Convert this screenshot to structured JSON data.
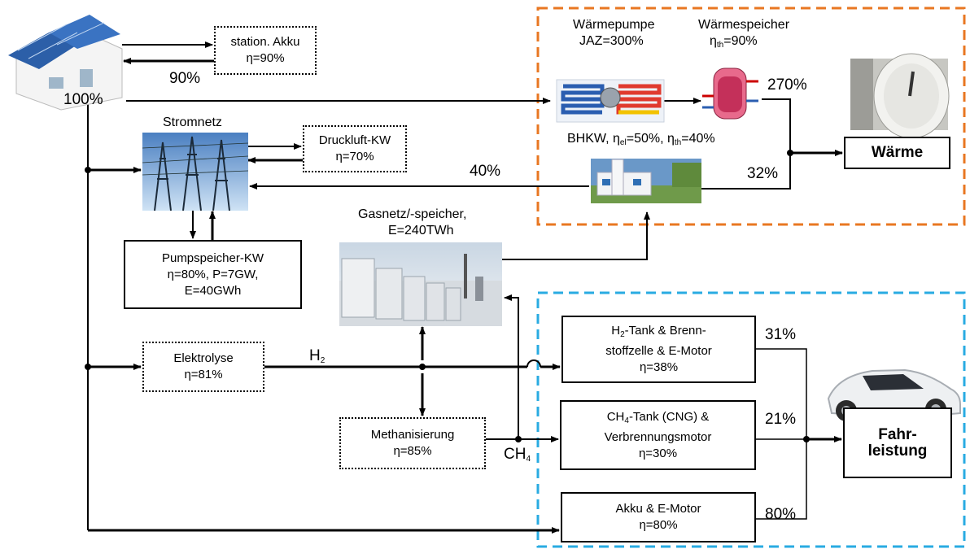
{
  "nodes": {
    "akku": {
      "name": "station. Akku",
      "eff": "η=90%"
    },
    "stromnetz": {
      "name": "Stromnetz"
    },
    "druckluft": {
      "name": "Druckluft-KW",
      "eff": "η=70%"
    },
    "pumpspeicher": {
      "name": "Pumpspeicher-KW",
      "line2": "η=80%, P=7GW,",
      "line3": "E=40GWh"
    },
    "gasnetz": {
      "name": "Gasnetz/-speicher,",
      "line2": "E=240TWh"
    },
    "elektrolyse": {
      "name": "Elektrolyse",
      "eff": "η=81%"
    },
    "methanisierung": {
      "name": "Methanisierung",
      "eff": "η=85%"
    },
    "waermepumpe": {
      "name": "Wärmepumpe",
      "jaz": "JAZ=300%"
    },
    "waermespeicher": {
      "name": "Wärmespeicher",
      "eff_prefix": "η",
      "eff_sub": "th",
      "eff_suffix": "=90%"
    },
    "bhkw": {
      "name": "BHKW, ",
      "eta1": "η",
      "sub1": "el",
      "val1": "=50%, ",
      "eta2": "η",
      "sub2": "th",
      "val2": "=40%"
    },
    "waerme": {
      "name": "Wärme"
    },
    "h2tank": {
      "pre": "H",
      "sub": "2",
      "rest": "-Tank & Brenn-",
      "line2": "stoffzelle & E-Motor",
      "eff": "η=38%"
    },
    "ch4tank": {
      "pre": "CH",
      "sub": "4",
      "rest": "-Tank (CNG) &",
      "line2": "Verbrennungsmotor",
      "eff": "η=30%"
    },
    "akkumotor": {
      "name": "Akku & E-Motor",
      "eff": "η=80%"
    },
    "fahrleistung": {
      "line1": "Fahr-",
      "line2": "leistung"
    }
  },
  "labels": {
    "p90": "90%",
    "p100": "100%",
    "p40": "40%",
    "p270": "270%",
    "p32": "32%",
    "p31": "31%",
    "p21": "21%",
    "p80": "80%",
    "h2_pre": "H",
    "h2_sub": "2",
    "ch4_pre": "CH",
    "ch4_sub": "4"
  },
  "colors": {
    "heat_group_border": "#E87722",
    "mobility_group_border": "#29ABE2"
  }
}
